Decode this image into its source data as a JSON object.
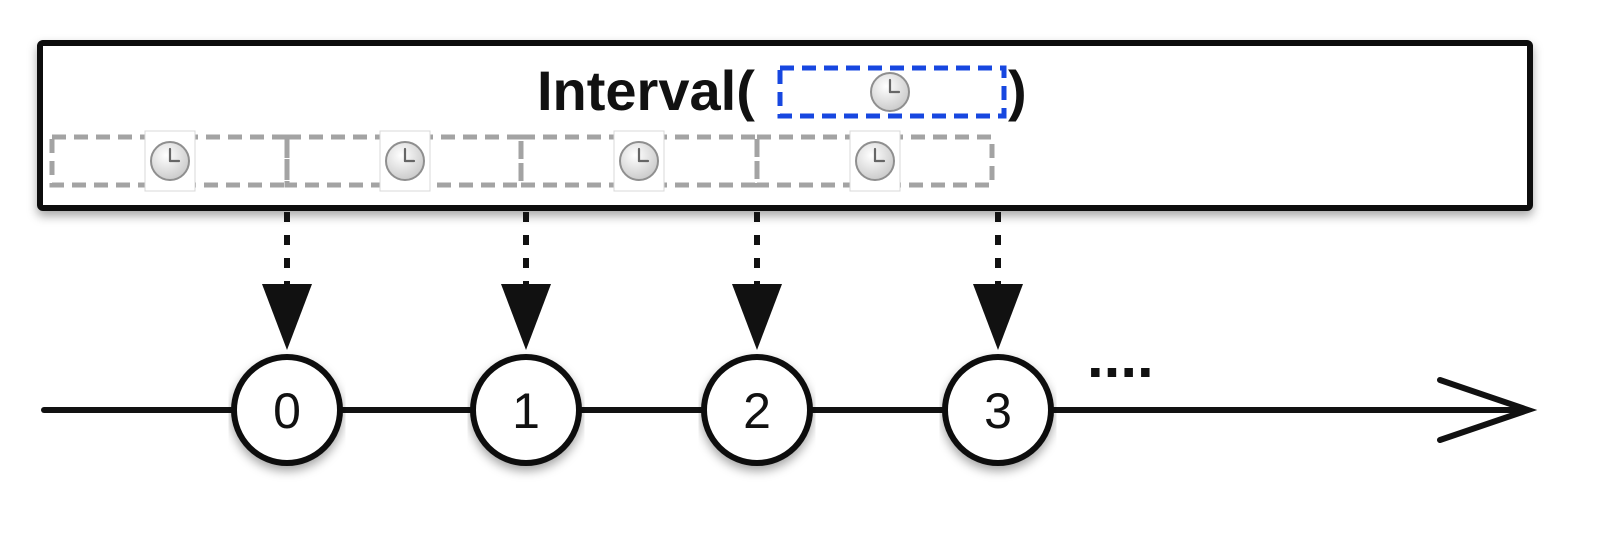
{
  "operator": {
    "name": "Interval(",
    "close": ")",
    "arg_icon": "clock-icon"
  },
  "timer_icon": "clock-icon",
  "emissions": [
    {
      "label": "0"
    },
    {
      "label": "1"
    },
    {
      "label": "2"
    },
    {
      "label": "3"
    }
  ],
  "continuation": "....",
  "colors": {
    "stroke": "#111111",
    "arg_box": "#1747e0",
    "timer_box": "#a3a3a3",
    "clock_face": "#e4e4e4"
  }
}
